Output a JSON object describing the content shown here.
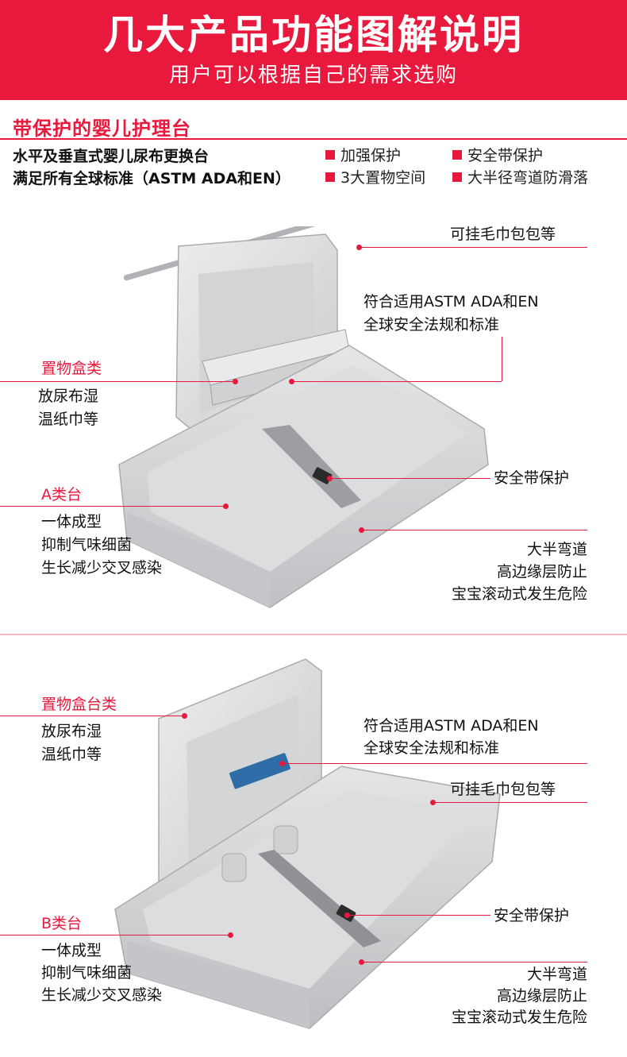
{
  "header": {
    "title": "几大产品功能图解说明",
    "subtitle": "用户可以根据自己的需求选购"
  },
  "section": {
    "title": "带保护的婴儿护理台",
    "desc_line1": "水平及垂直式婴儿尿布更换台",
    "desc_line2": "满足所有全球标准（ASTM ADA和EN）",
    "features": [
      "加强保护",
      "安全带保护",
      "3大置物空间",
      "大半径弯道防滑落"
    ]
  },
  "product_a": {
    "hang": "可挂毛巾包包等",
    "standard_line1": "符合适用ASTM ADA和EN",
    "standard_line2": "全球安全法规和标准",
    "box_title": "置物盒类",
    "box_line1": "放尿布湿",
    "box_line2": "温纸巾等",
    "belt": "安全带保护",
    "table_title": "A类台",
    "table_line1": "一体成型",
    "table_line2": "抑制气味细菌",
    "table_line3": "生长减少交叉感染",
    "curve_line1": "大半弯道",
    "curve_line2": "高边缘层防止",
    "curve_line3": "宝宝滚动式发生危险"
  },
  "product_b": {
    "box_title": "置物盒台类",
    "box_line1": "放尿布湿",
    "box_line2": "温纸巾等",
    "standard_line1": "符合适用ASTM ADA和EN",
    "standard_line2": "全球安全法规和标准",
    "hang": "可挂毛巾包包等",
    "belt": "安全带保护",
    "table_title": "B类台",
    "table_line1": "一体成型",
    "table_line2": "抑制气味细菌",
    "table_line3": "生长减少交叉感染",
    "curve_line1": "大半弯道",
    "curve_line2": "高边缘层防止",
    "curve_line3": "宝宝滚动式发生危险"
  },
  "colors": {
    "accent": "#e8193c",
    "plastic": "#d9dadc",
    "plastic_dark": "#b8babd",
    "strap": "#8d8f93"
  }
}
